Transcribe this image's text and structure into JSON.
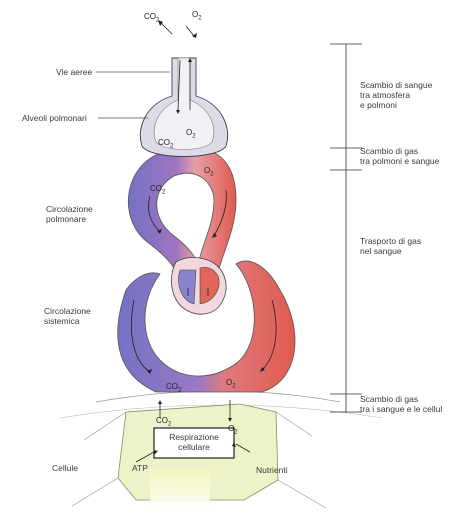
{
  "gases": {
    "co2": "CO",
    "o2": "O",
    "sub2": "2"
  },
  "left_labels": {
    "airways": "Vie aeree",
    "alveoli": "Alveoli polmonari",
    "pulmonary_circulation_line1": "Circolazione",
    "pulmonary_circulation_line2": "polmonare",
    "systemic_circulation_line1": "Circolazione",
    "systemic_circulation_line2": "sistemica",
    "cells": "Cellule",
    "atp": "ATP"
  },
  "right_labels": {
    "nutrients": "Nutrienti"
  },
  "center_box": {
    "line1": "Respirazione",
    "line2": "cellulare"
  },
  "stages": [
    {
      "line1": "Scambio di sangue",
      "line2": "tra atmosfera",
      "line3": "e polmoni"
    },
    {
      "line1": "Scambio di gas",
      "line2": "tra polmoni e sangue"
    },
    {
      "line1": "Trasporto di gas",
      "line2": "nel sangue"
    },
    {
      "line1": "Scambio di gas",
      "line2": "tra i sangue e le cellul"
    }
  ],
  "colors": {
    "deoxygenated": "#7a78c8",
    "oxygenated": "#e06055",
    "airway": "#d8d8e4",
    "cell_fill": "#eef2c8"
  }
}
